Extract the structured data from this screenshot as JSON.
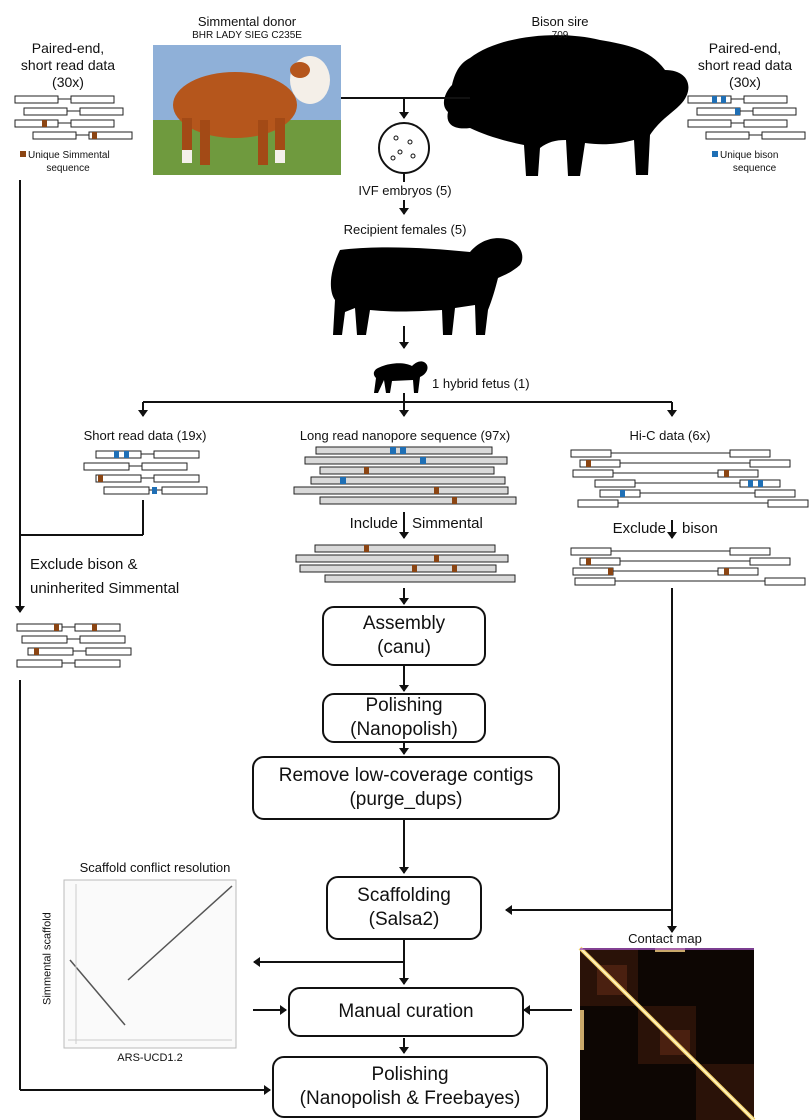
{
  "header": {
    "simmental_donor": "Simmental donor",
    "simmental_name": "BHR LADY SIEG C235E",
    "bison_sire": "Bison sire",
    "bison_id": "709"
  },
  "left_reads": {
    "title_line1": "Paired-end,",
    "title_line2": "short read data",
    "title_line3": "(30x)",
    "legend_line1": "Unique Simmental",
    "legend_line2": "sequence"
  },
  "right_reads": {
    "title_line1": "Paired-end,",
    "title_line2": "short read data",
    "title_line3": "(30x)",
    "legend_line1": "Unique bison",
    "legend_line2": "sequence"
  },
  "flow": {
    "ivf": "IVF embryos (5)",
    "recipients": "Recipient females (5)",
    "fetus": "1 hybrid fetus (1)",
    "short_read": "Short read data (19x)",
    "long_read": "Long read nanopore sequence (97x)",
    "hic": "Hi-C data (6x)",
    "include": "Include",
    "simmental": "Simmental",
    "exclude": "Exclude",
    "bison": "bison",
    "exclude_left_1": "Exclude bison &",
    "exclude_left_2": "uninherited  Simmental"
  },
  "steps": [
    {
      "line1": "Assembly",
      "line2": "(canu)"
    },
    {
      "line1": "Polishing",
      "line2": "(Nanopolish)"
    },
    {
      "line1": "Remove low-coverage contigs",
      "line2": "(purge_dups)"
    },
    {
      "line1": "Scaffolding",
      "line2": "(Salsa2)"
    },
    {
      "line1": "Manual curation",
      "line2": ""
    },
    {
      "line1": "Polishing",
      "line2": "(Nanopolish & Freebayes)"
    }
  ],
  "scaffold_plot": {
    "title": "Scaffold conflict resolution",
    "ylabel": "Simmental scaffold",
    "xlabel": "ARS-UCD1.2"
  },
  "contact_map": {
    "title": "Contact map"
  },
  "colors": {
    "simmental": "#8b4513",
    "bison": "#1f6fb5",
    "read_fill": "#d9d9d9",
    "line": "#111111"
  }
}
